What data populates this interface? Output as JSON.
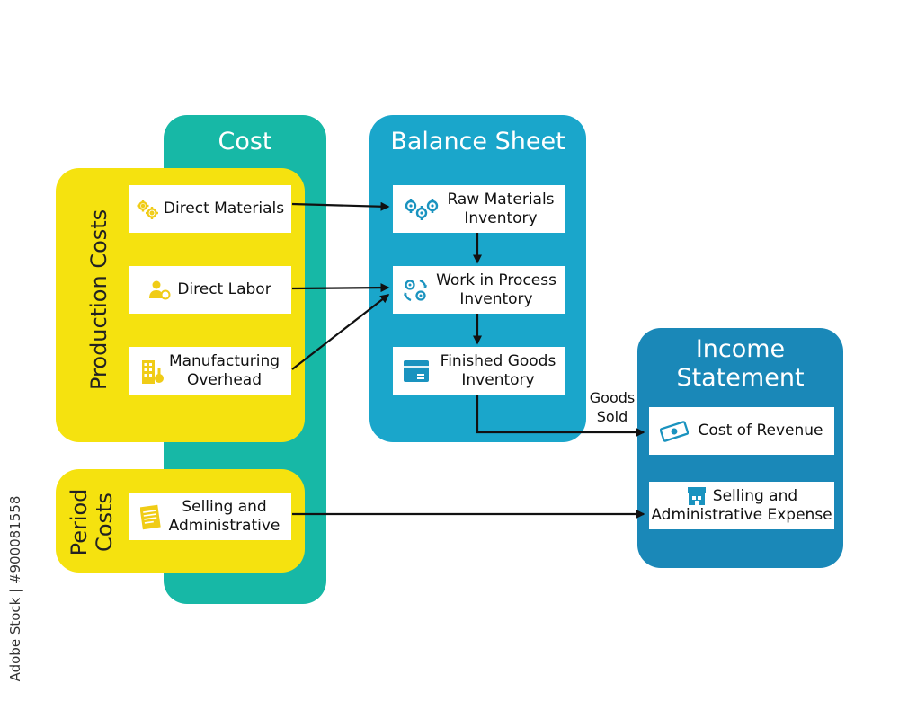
{
  "colors": {
    "cost_panel": "#17b8a6",
    "production_panel": "#f5e20f",
    "period_panel": "#f5e20f",
    "balance_panel": "#1aa6cb",
    "income_panel": "#1a88b8",
    "yellow_icon": "#f0cc16",
    "blue_icon": "#1a93bf",
    "arrow": "#111111"
  },
  "cost": {
    "title": "Cost"
  },
  "production_costs": {
    "label": "Production Costs",
    "items": [
      {
        "label": "Direct Materials",
        "icon": "gears-icon"
      },
      {
        "label": "Direct Labor",
        "icon": "worker-coin-icon"
      },
      {
        "label_line1": "Manufacturing",
        "label_line2": "Overhead",
        "icon": "factory-icon"
      }
    ]
  },
  "period_costs": {
    "label_line1": "Period",
    "label_line2": "Costs",
    "item": {
      "label_line1": "Selling and",
      "label_line2": "Administrative",
      "icon": "document-icon"
    }
  },
  "balance_sheet": {
    "title": "Balance Sheet",
    "items": [
      {
        "label_line1": "Raw Materials",
        "label_line2": "Inventory",
        "icon": "gears-icon"
      },
      {
        "label_line1": "Work in Process",
        "label_line2": "Inventory",
        "icon": "process-gears-icon"
      },
      {
        "label_line1": "Finished Goods",
        "label_line2": "Inventory",
        "icon": "box-icon"
      }
    ]
  },
  "income_statement": {
    "title_line1": "Income",
    "title_line2": "Statement",
    "items": [
      {
        "label": "Cost of Revenue",
        "icon": "banknote-icon"
      },
      {
        "label_line1": "Selling and",
        "label_line2": "Administrative Expense",
        "icon": "store-icon"
      }
    ]
  },
  "flow_label": {
    "line1": "Goods",
    "line2": "Sold"
  },
  "watermark": "Adobe Stock | #900081558"
}
